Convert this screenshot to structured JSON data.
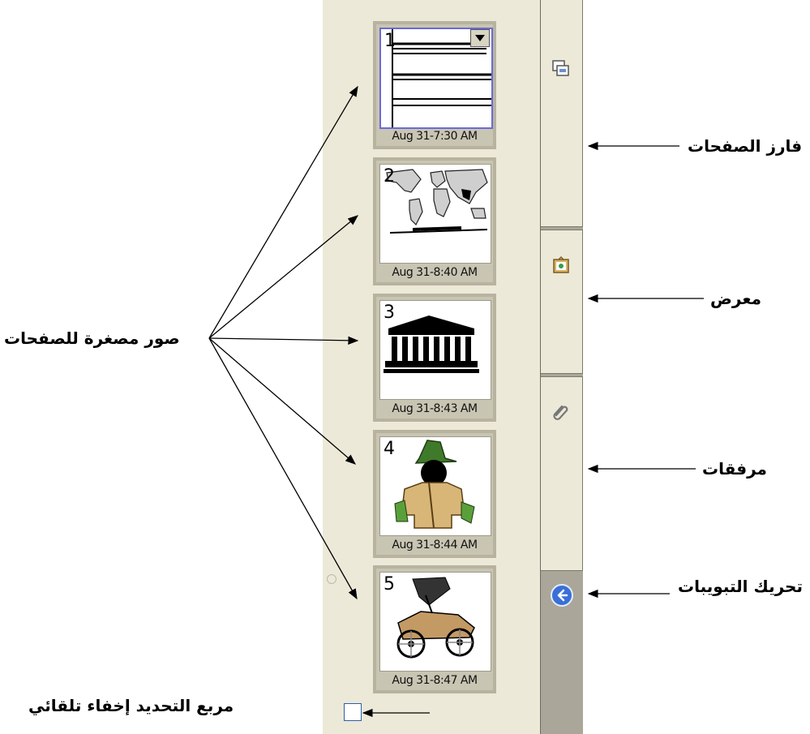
{
  "thumbnails": [
    {
      "number": "1",
      "caption": "Aug 31-7:30 AM"
    },
    {
      "number": "2",
      "caption": "Aug 31-8:40 AM"
    },
    {
      "number": "3",
      "caption": "Aug 31-8:43 AM"
    },
    {
      "number": "4",
      "caption": "Aug 31-8:44 AM"
    },
    {
      "number": "5",
      "caption": "Aug 31-8:47 AM"
    }
  ],
  "annotations": {
    "page_sorter": "فارز الصفحات",
    "gallery": "معرض",
    "attachments": "مرفقات",
    "move_tabs": "تحريك التبويبات",
    "thumbnails": "صور مصغرة للصفحات",
    "auto_hide": "مربع التحديد إخفاء تلقائي"
  },
  "icons": {
    "page_sorter_tab": "page-sorter-icon",
    "gallery_tab": "gallery-icon",
    "attachments_tab": "paperclip-icon",
    "move_tabs": "left-arrow-circle-icon",
    "thumb_menu": "dropdown-arrow-icon"
  },
  "colors": {
    "panel": "#ece9d8",
    "tab_strip": "#aaa79a",
    "selection": "#6a6ad8",
    "arrow_button": "#3a6fd8"
  }
}
